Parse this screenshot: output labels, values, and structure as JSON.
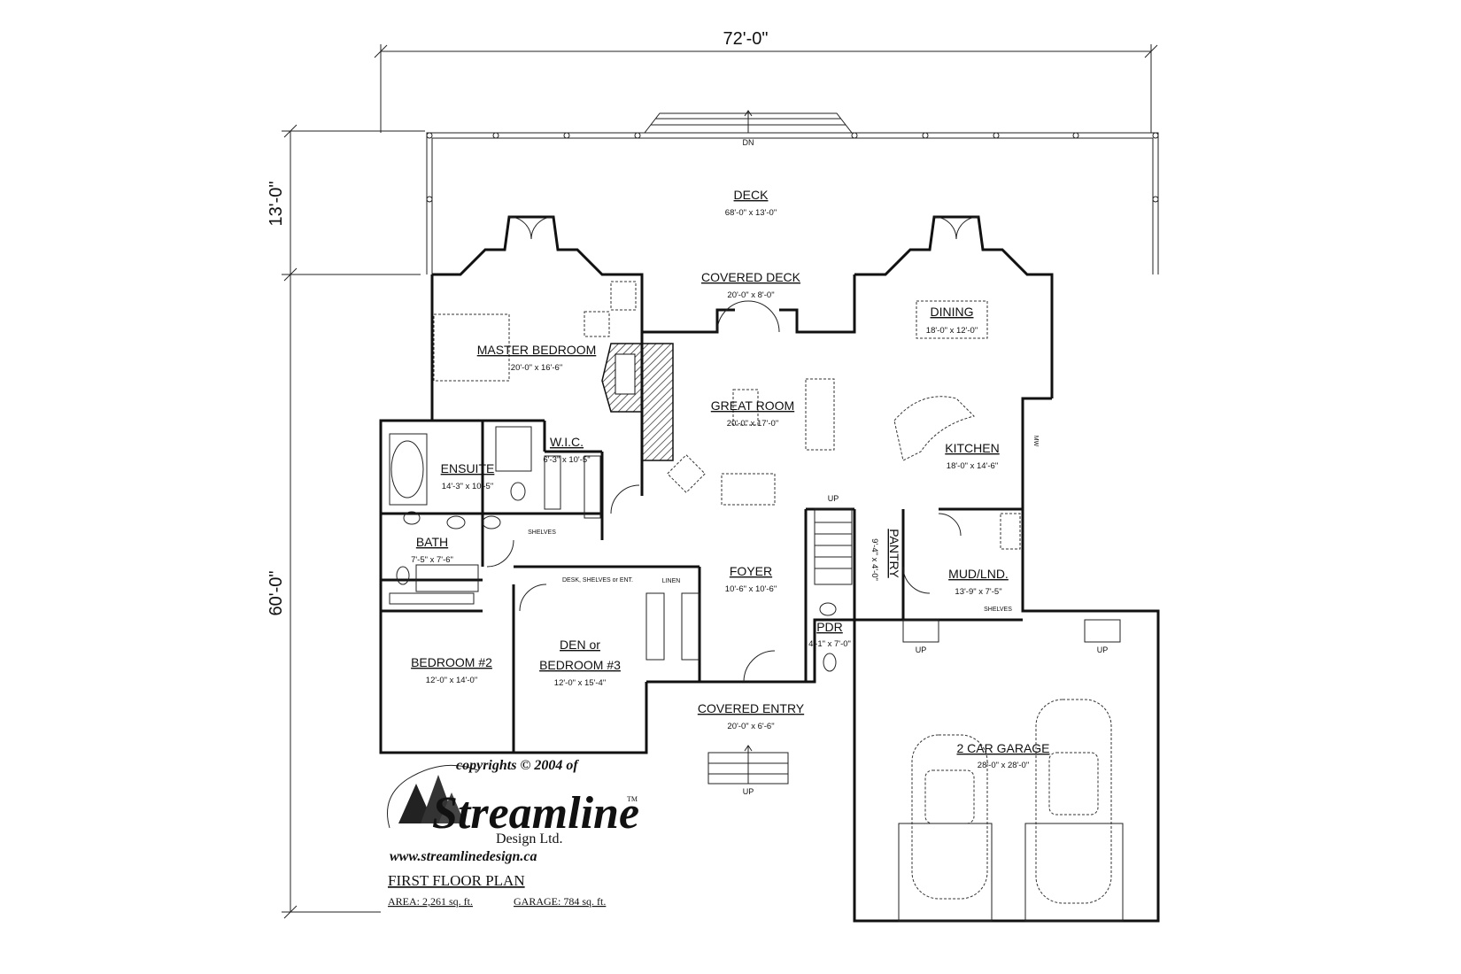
{
  "dimensions": {
    "overall_width": "72'-0\"",
    "deck_depth": "13'-0\"",
    "house_depth": "60'-0\""
  },
  "rooms": {
    "deck": {
      "name": "DECK",
      "size": "68'-0\" x 13'-0\""
    },
    "covered_deck": {
      "name": "COVERED DECK",
      "size": "20'-0\" x 8'-0\""
    },
    "dining": {
      "name": "DINING",
      "size": "18'-0\" x 12'-0\""
    },
    "master_bedroom": {
      "name": "MASTER BEDROOM",
      "size": "20'-0\" x 16'-6\""
    },
    "great_room": {
      "name": "GREAT ROOM",
      "size": "20'-0\" x 17'-0\""
    },
    "wic": {
      "name": "W.I.C.",
      "size": "6'-3\" x 10'-5\""
    },
    "ensuite": {
      "name": "ENSUITE",
      "size": "14'-3\" x 10'-5\""
    },
    "kitchen": {
      "name": "KITCHEN",
      "size": "18'-0\" x 14'-6\""
    },
    "bath": {
      "name": "BATH",
      "size": "7'-5\" x 7'-6\""
    },
    "pantry": {
      "name": "PANTRY",
      "size": "9'-4\" x 4'-0\""
    },
    "foyer": {
      "name": "FOYER",
      "size": "10'-6\" x 10'-6\""
    },
    "mud_lnd": {
      "name": "MUD/LND.",
      "size": "13'-9\" x 7'-5\""
    },
    "pdr": {
      "name": "PDR",
      "size": "4'-1\" x 7'-0\""
    },
    "bedroom2": {
      "name": "BEDROOM #2",
      "size": "12'-0\" x 14'-0\""
    },
    "den": {
      "name": "DEN or",
      "name2": "BEDROOM #3",
      "size": "12'-0\" x 15'-4\""
    },
    "covered_entry": {
      "name": "COVERED ENTRY",
      "size": "20'-0\" x 6'-6\""
    },
    "garage": {
      "name": "2 CAR GARAGE",
      "size": "28'-0\" x 28'-0\""
    }
  },
  "notes": {
    "dn": "DN",
    "up": "UP",
    "shelves": "SHELVES",
    "desk": "DESK, SHELVES or ENT.",
    "linen": "LINEN",
    "mw": "MW"
  },
  "branding": {
    "copyright": "copyrights © 2004 of",
    "company": "Streamline",
    "tm": "TM",
    "sub": "Design Ltd.",
    "url": "www.streamlinedesign.ca"
  },
  "plan_info": {
    "title": "FIRST FLOOR PLAN",
    "area": "AREA: 2,261 sq. ft.",
    "garage": "GARAGE: 784 sq. ft."
  }
}
